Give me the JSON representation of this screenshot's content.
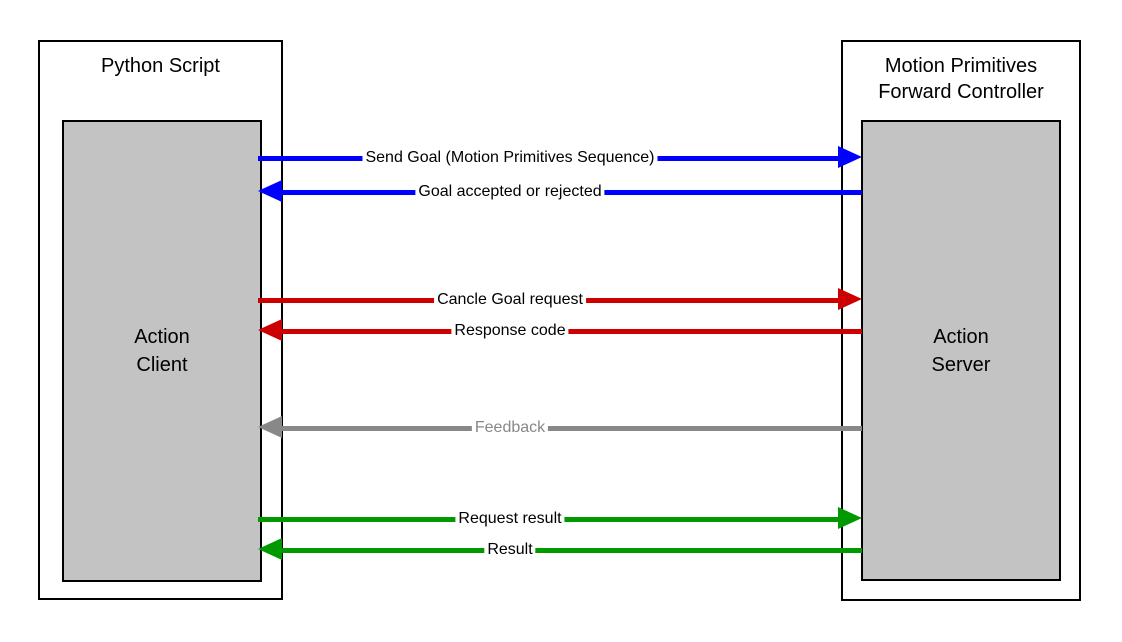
{
  "diagram": {
    "left_entity": {
      "title_lines": [
        "Python Script"
      ],
      "inner_lines": [
        "Action",
        "Client"
      ]
    },
    "right_entity": {
      "title_lines": [
        "Motion Primitives",
        "Forward Controller"
      ],
      "inner_lines": [
        "Action",
        "Server"
      ]
    },
    "colors": {
      "goal": "#0000ff",
      "cancel": "#cc0000",
      "feedback": "#888888",
      "result": "#009a00",
      "box_fill": "#c3c3c3",
      "box_border": "#000000"
    },
    "arrows": [
      {
        "name": "send-goal",
        "label": "Send Goal (Motion Primitives Sequence)",
        "direction": "right",
        "color": "#0000ff",
        "label_color": "#000000"
      },
      {
        "name": "goal-accepted",
        "label": "Goal accepted or rejected",
        "direction": "left",
        "color": "#0000ff",
        "label_color": "#000000"
      },
      {
        "name": "cancel-goal",
        "label": "Cancle Goal request",
        "direction": "right",
        "color": "#cc0000",
        "label_color": "#000000"
      },
      {
        "name": "response-code",
        "label": "Response code",
        "direction": "left",
        "color": "#cc0000",
        "label_color": "#000000"
      },
      {
        "name": "feedback",
        "label": "Feedback",
        "direction": "left",
        "color": "#888888",
        "label_color": "#888888"
      },
      {
        "name": "request-result",
        "label": "Request result",
        "direction": "right",
        "color": "#009a00",
        "label_color": "#000000"
      },
      {
        "name": "result",
        "label": "Result",
        "direction": "left",
        "color": "#009a00",
        "label_color": "#000000"
      }
    ]
  }
}
